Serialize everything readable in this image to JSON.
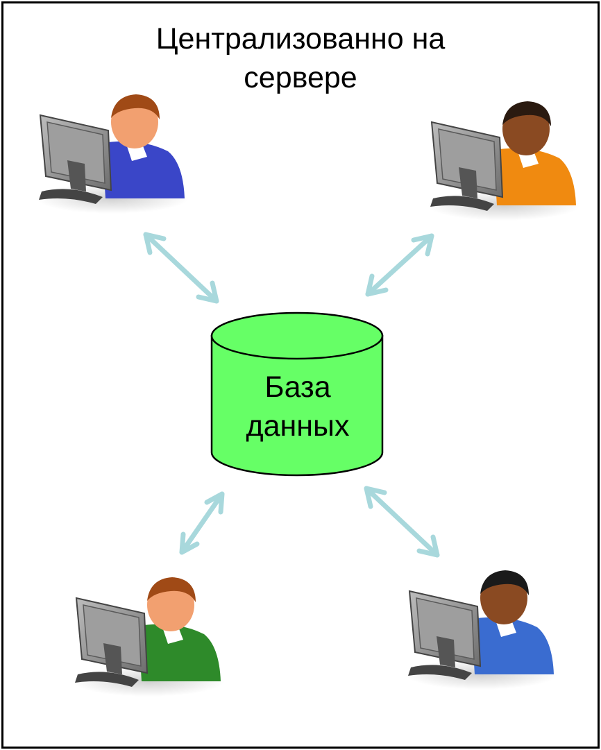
{
  "title": {
    "line1": "Централизованно на",
    "line2": "сервере"
  },
  "database": {
    "line1": "База",
    "line2": "данных",
    "fill_color": "#66ff66"
  },
  "arrow_color": "#a8d8dc",
  "users": [
    {
      "id": "top-left",
      "shirt_color": "#3a46c8",
      "hair_color": "#a04a16",
      "skin_color": "#f2a070"
    },
    {
      "id": "top-right",
      "shirt_color": "#f08a10",
      "hair_color": "#2a1a10",
      "skin_color": "#8a4a22"
    },
    {
      "id": "bottom-left",
      "shirt_color": "#2e8a2a",
      "hair_color": "#a04a16",
      "skin_color": "#f2a070"
    },
    {
      "id": "bottom-right",
      "shirt_color": "#3a6cd0",
      "hair_color": "#1a1a1a",
      "skin_color": "#8a4a22"
    }
  ]
}
